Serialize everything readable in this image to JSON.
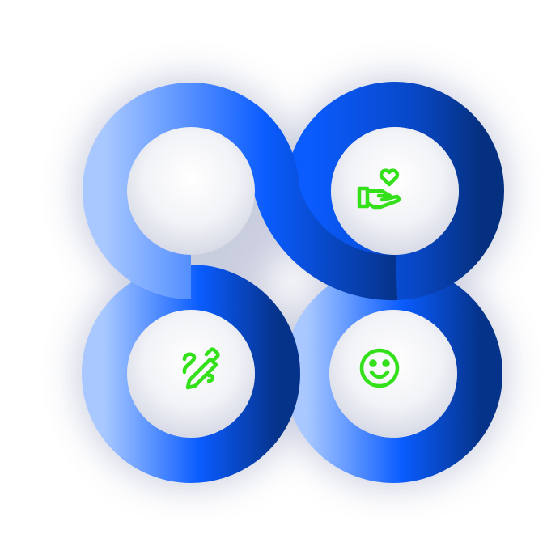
{
  "diagram": {
    "colors": {
      "ring_light": "#a8c8ff",
      "ring_mid": "#0a5cff",
      "ring_dark": "#063a9c",
      "icon": "#33e01a",
      "inner": "#e4e6ee"
    },
    "segments": [
      {
        "position": "top-left",
        "icon": "none"
      },
      {
        "position": "top-right",
        "icon": "hand-heart-icon"
      },
      {
        "position": "bottom-left",
        "icon": "pencil-signature-icon"
      },
      {
        "position": "bottom-right",
        "icon": "smiley-face-icon"
      }
    ]
  }
}
